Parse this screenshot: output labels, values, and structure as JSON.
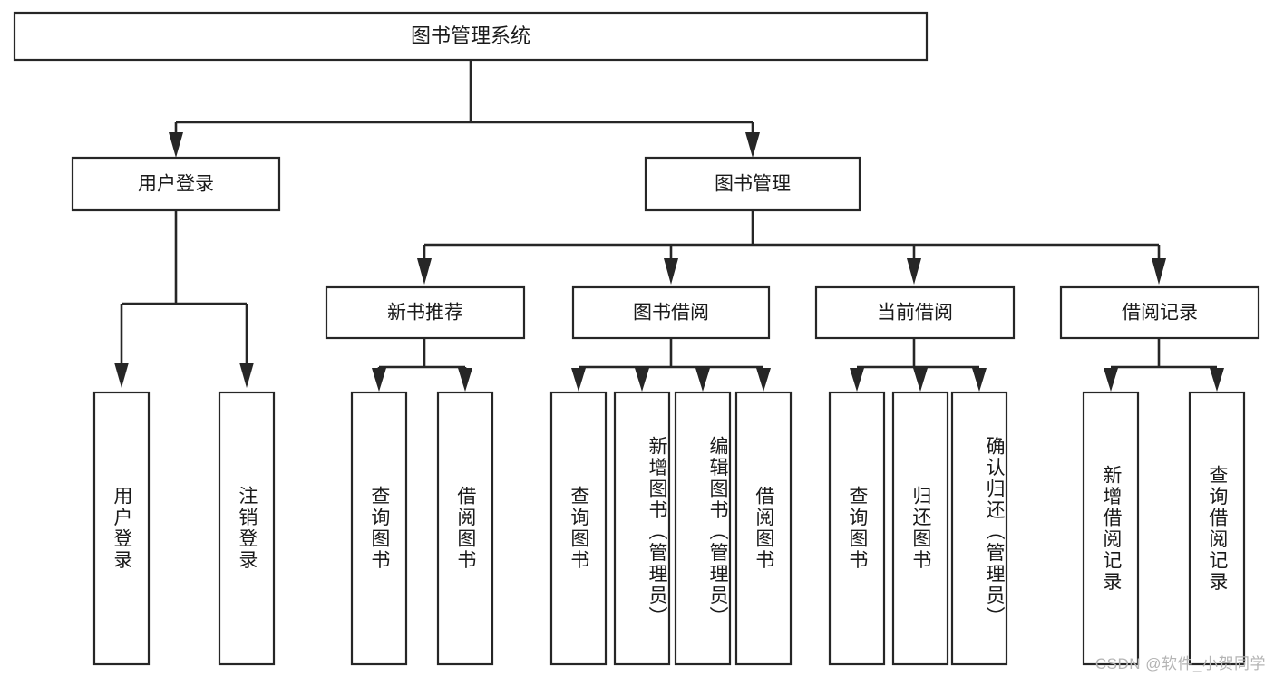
{
  "diagram": {
    "type": "tree-hierarchy",
    "title": "图书管理系统",
    "watermark": "CSDN @软件_小贺同学",
    "colors": {
      "box_stroke": "#262626",
      "box_fill": "#ffffff",
      "connector": "#262626",
      "text": "#1a1a1a",
      "watermark": "#b4b4b4",
      "background": "#ffffff"
    },
    "levels": {
      "root": {
        "label": "图书管理系统",
        "orientation": "horizontal"
      },
      "level2": [
        {
          "label": "用户登录",
          "orientation": "horizontal"
        },
        {
          "label": "图书管理",
          "orientation": "horizontal"
        }
      ],
      "level3": [
        {
          "label": "新书推荐",
          "orientation": "horizontal"
        },
        {
          "label": "图书借阅",
          "orientation": "horizontal"
        },
        {
          "label": "当前借阅",
          "orientation": "horizontal"
        },
        {
          "label": "借阅记录",
          "orientation": "horizontal"
        }
      ],
      "leaves": [
        {
          "label": "用户登录",
          "parent": "用户登录",
          "orientation": "vertical"
        },
        {
          "label": "注销登录",
          "parent": "用户登录",
          "orientation": "vertical"
        },
        {
          "label": "查询图书",
          "parent": "新书推荐",
          "orientation": "vertical"
        },
        {
          "label": "借阅图书",
          "parent": "新书推荐",
          "orientation": "vertical"
        },
        {
          "label": "查询图书",
          "parent": "图书借阅",
          "orientation": "vertical"
        },
        {
          "label": "新增图书（管理员）",
          "parent": "图书借阅",
          "orientation": "vertical"
        },
        {
          "label": "编辑图书（管理员）",
          "parent": "图书借阅",
          "orientation": "vertical"
        },
        {
          "label": "借阅图书",
          "parent": "图书借阅",
          "orientation": "vertical"
        },
        {
          "label": "查询图书",
          "parent": "当前借阅",
          "orientation": "vertical"
        },
        {
          "label": "归还图书",
          "parent": "当前借阅",
          "orientation": "vertical"
        },
        {
          "label": "确认归还（管理员）",
          "parent": "当前借阅",
          "orientation": "vertical"
        },
        {
          "label": "新增借阅记录",
          "parent": "借阅记录",
          "orientation": "vertical"
        },
        {
          "label": "查询借阅记录",
          "parent": "借阅记录",
          "orientation": "vertical"
        }
      ]
    }
  }
}
